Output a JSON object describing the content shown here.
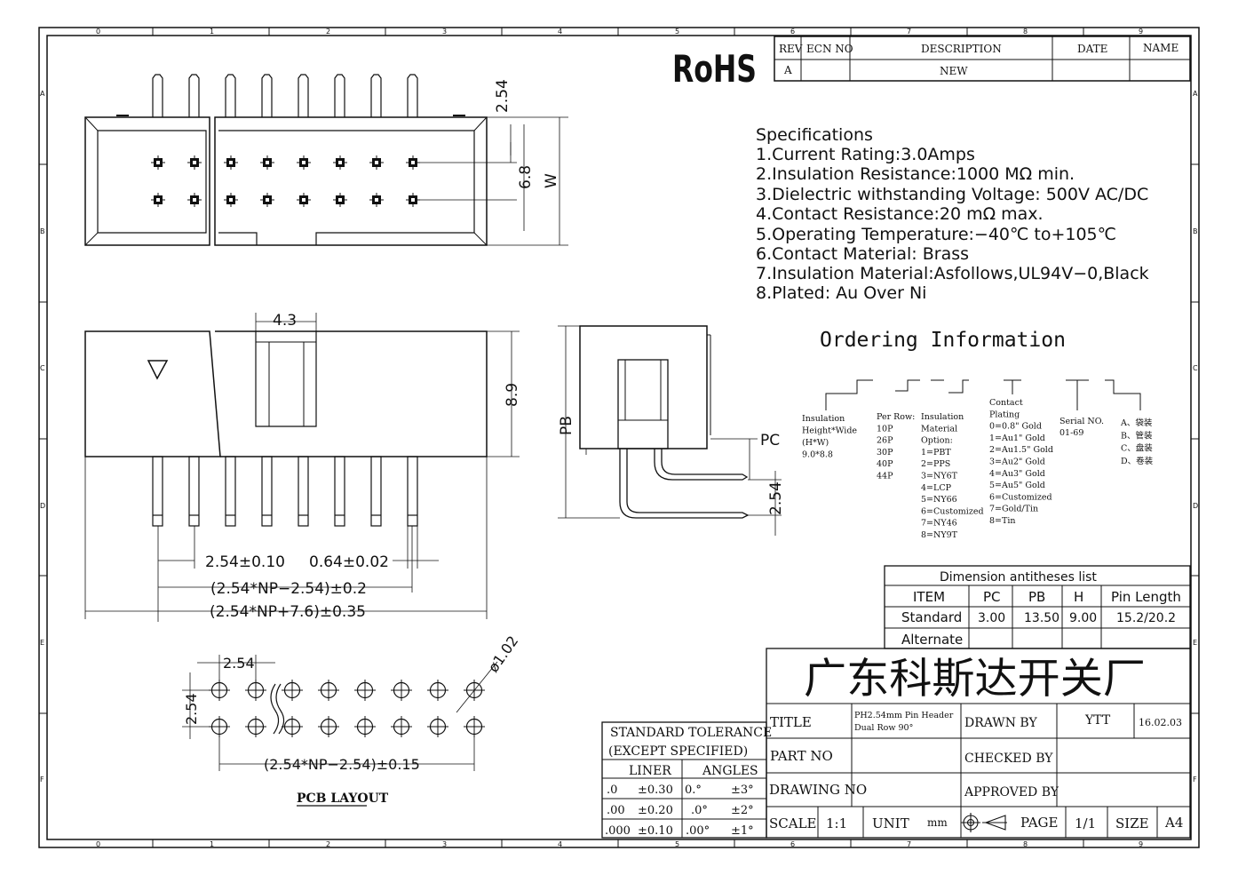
{
  "grid": {
    "cols_top": [
      "0",
      "1",
      "2",
      "3",
      "4",
      "5",
      "6",
      "7",
      "8",
      "9"
    ],
    "rows": [
      "A",
      "B",
      "C",
      "D",
      "E",
      "F"
    ]
  },
  "revision_block": {
    "headers": [
      "REV",
      "ECN NO",
      "DESCRIPTION",
      "DATE",
      "NAME"
    ],
    "rev": "A",
    "description": "NEW"
  },
  "rohs": "RoHS",
  "specifications": {
    "title": "Specifications",
    "items": [
      "1.Current  Rating:3.0Amps",
      "2.Insulation  Resistance:1000  MΩ  min.",
      "3.Dielectric  withstanding  Voltage:  500V  AC/DC",
      "4.Contact  Resistance:20  mΩ  max.",
      "5.Operating  Temperature:−40℃  to+105℃",
      "6.Contact  Material:  Brass",
      "7.Insulation  Material:Asfollows,UL94V−0,Black",
      "8.Plated:  Au  Over  Ni"
    ]
  },
  "ordering": {
    "title": "Ordering  Information",
    "columns": [
      {
        "lines": [
          "Insulation",
          "Height*Wide",
          "(H*W)",
          "9.0*8.8"
        ]
      },
      {
        "lines": [
          "Per Row:",
          "10P",
          "26P",
          "30P",
          "40P",
          "44P"
        ]
      },
      {
        "lines": [
          "Insulation",
          "Material",
          "Option:",
          "1=PBT",
          "2=PPS",
          "3=NY6T",
          "4=LCP",
          "5=NY66",
          "6=Customized",
          "7=NY46",
          "8=NY9T"
        ]
      },
      {
        "lines": [
          "Contact",
          "Plating",
          "0=0.8\" Gold",
          "1=Au1\" Gold",
          "2=Au1.5\" Gold",
          "3=Au2\" Gold",
          "4=Au3\" Gold",
          "5=Au5\" Gold",
          "6=Customized",
          "7=Gold/Tin",
          "8=Tin"
        ]
      },
      {
        "lines": [
          "Serial NO.",
          "01-69"
        ]
      },
      {
        "lines": [
          "A、袋装",
          "B、管装",
          "C、盘装",
          "D、卷装"
        ]
      }
    ]
  },
  "dimensions": {
    "top_pitch": "2.54",
    "row_spacing": "6.8",
    "width": "W",
    "window_width": "4.3",
    "height": "8.9",
    "pb": "PB",
    "pc": "PC",
    "side_pitch": "2.54",
    "pitch_tol": "2.54±0.10",
    "pin_width": "0.64±0.02",
    "span_inner": "(2.54*NP−2.54)±0.2",
    "span_outer": "(2.54*NP+7.6)±0.35",
    "pcb_pitch_x": "2.54",
    "pcb_pitch_y": "2.54",
    "hole_dia": "ø1.02",
    "pcb_span": "(2.54*NP−2.54)±0.15",
    "pcb_label": "PCB LAYOUT"
  },
  "dim_table": {
    "title": "Dimension antitheses list",
    "headers": [
      "ITEM",
      "PC",
      "PB",
      "H",
      "Pin Length"
    ],
    "rows": [
      [
        "Standard",
        "3.00",
        "13.50",
        "9.00",
        "15.2/20.2"
      ],
      [
        "Alternate",
        "",
        "",
        "",
        ""
      ]
    ]
  },
  "tolerance": {
    "title1": "STANDARD  TOLERANCE",
    "title2": "(EXCEPT   SPECIFIED)",
    "liner": "LINER",
    "angles": "ANGLES",
    "rows": [
      [
        ".0",
        "±0.30",
        "0.°",
        "±3°"
      ],
      [
        ".00",
        "±0.20",
        ".0°",
        "±2°"
      ],
      [
        ".000",
        "±0.10",
        ".00°",
        "±1°"
      ]
    ]
  },
  "title_block": {
    "company": "广东科斯达开关厂",
    "title_label": "TITLE",
    "title_line1": "PH2.54mm Pin Header",
    "title_line2": "Dual Row 90°",
    "drawn_by_label": "DRAWN BY",
    "drawn_by": "YTT",
    "date": "16.02.03",
    "part_no_label": "PART NO",
    "checked_by_label": "CHECKED BY",
    "drawing_no_label": "DRAWING NO",
    "approved_by_label": "APPROVED BY",
    "scale_label": "SCALE",
    "scale": "1:1",
    "unit_label": "UNIT",
    "unit": "mm",
    "page_label": "PAGE",
    "page": "1/1",
    "size_label": "SIZE",
    "size": "A4"
  }
}
